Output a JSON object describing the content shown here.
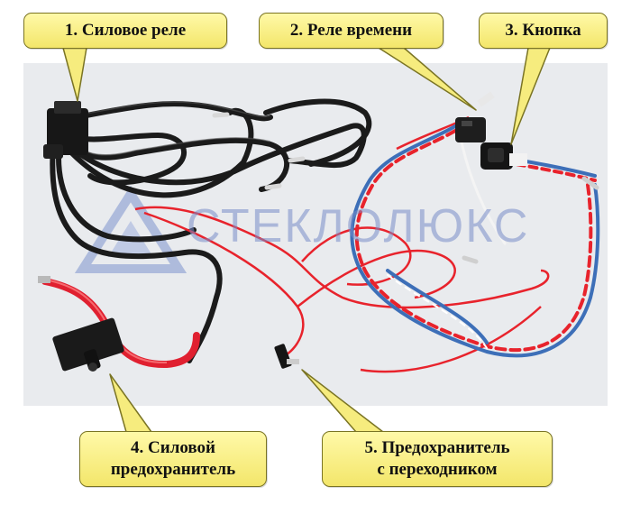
{
  "callouts": {
    "power_relay": "1. Силовое реле",
    "time_relay": "2. Реле времени",
    "button": "3. Кнопка",
    "power_fuse": {
      "line1": "4. Силовой",
      "line2": "предохранитель"
    },
    "fuse_adapter": {
      "line1": "5. Предохранитель",
      "line2": "с переходником"
    }
  },
  "watermark": {
    "text": "СТЕКЛОЛЮКС"
  },
  "colors": {
    "callout_fill": "#f6ec7e",
    "callout_border": "#7a7424",
    "background": "#e9ebee",
    "wire_black": "#1a1a1a",
    "wire_red": "#e8232c",
    "wire_blue": "#3d6fb8",
    "watermark": "#8f9fd0"
  }
}
